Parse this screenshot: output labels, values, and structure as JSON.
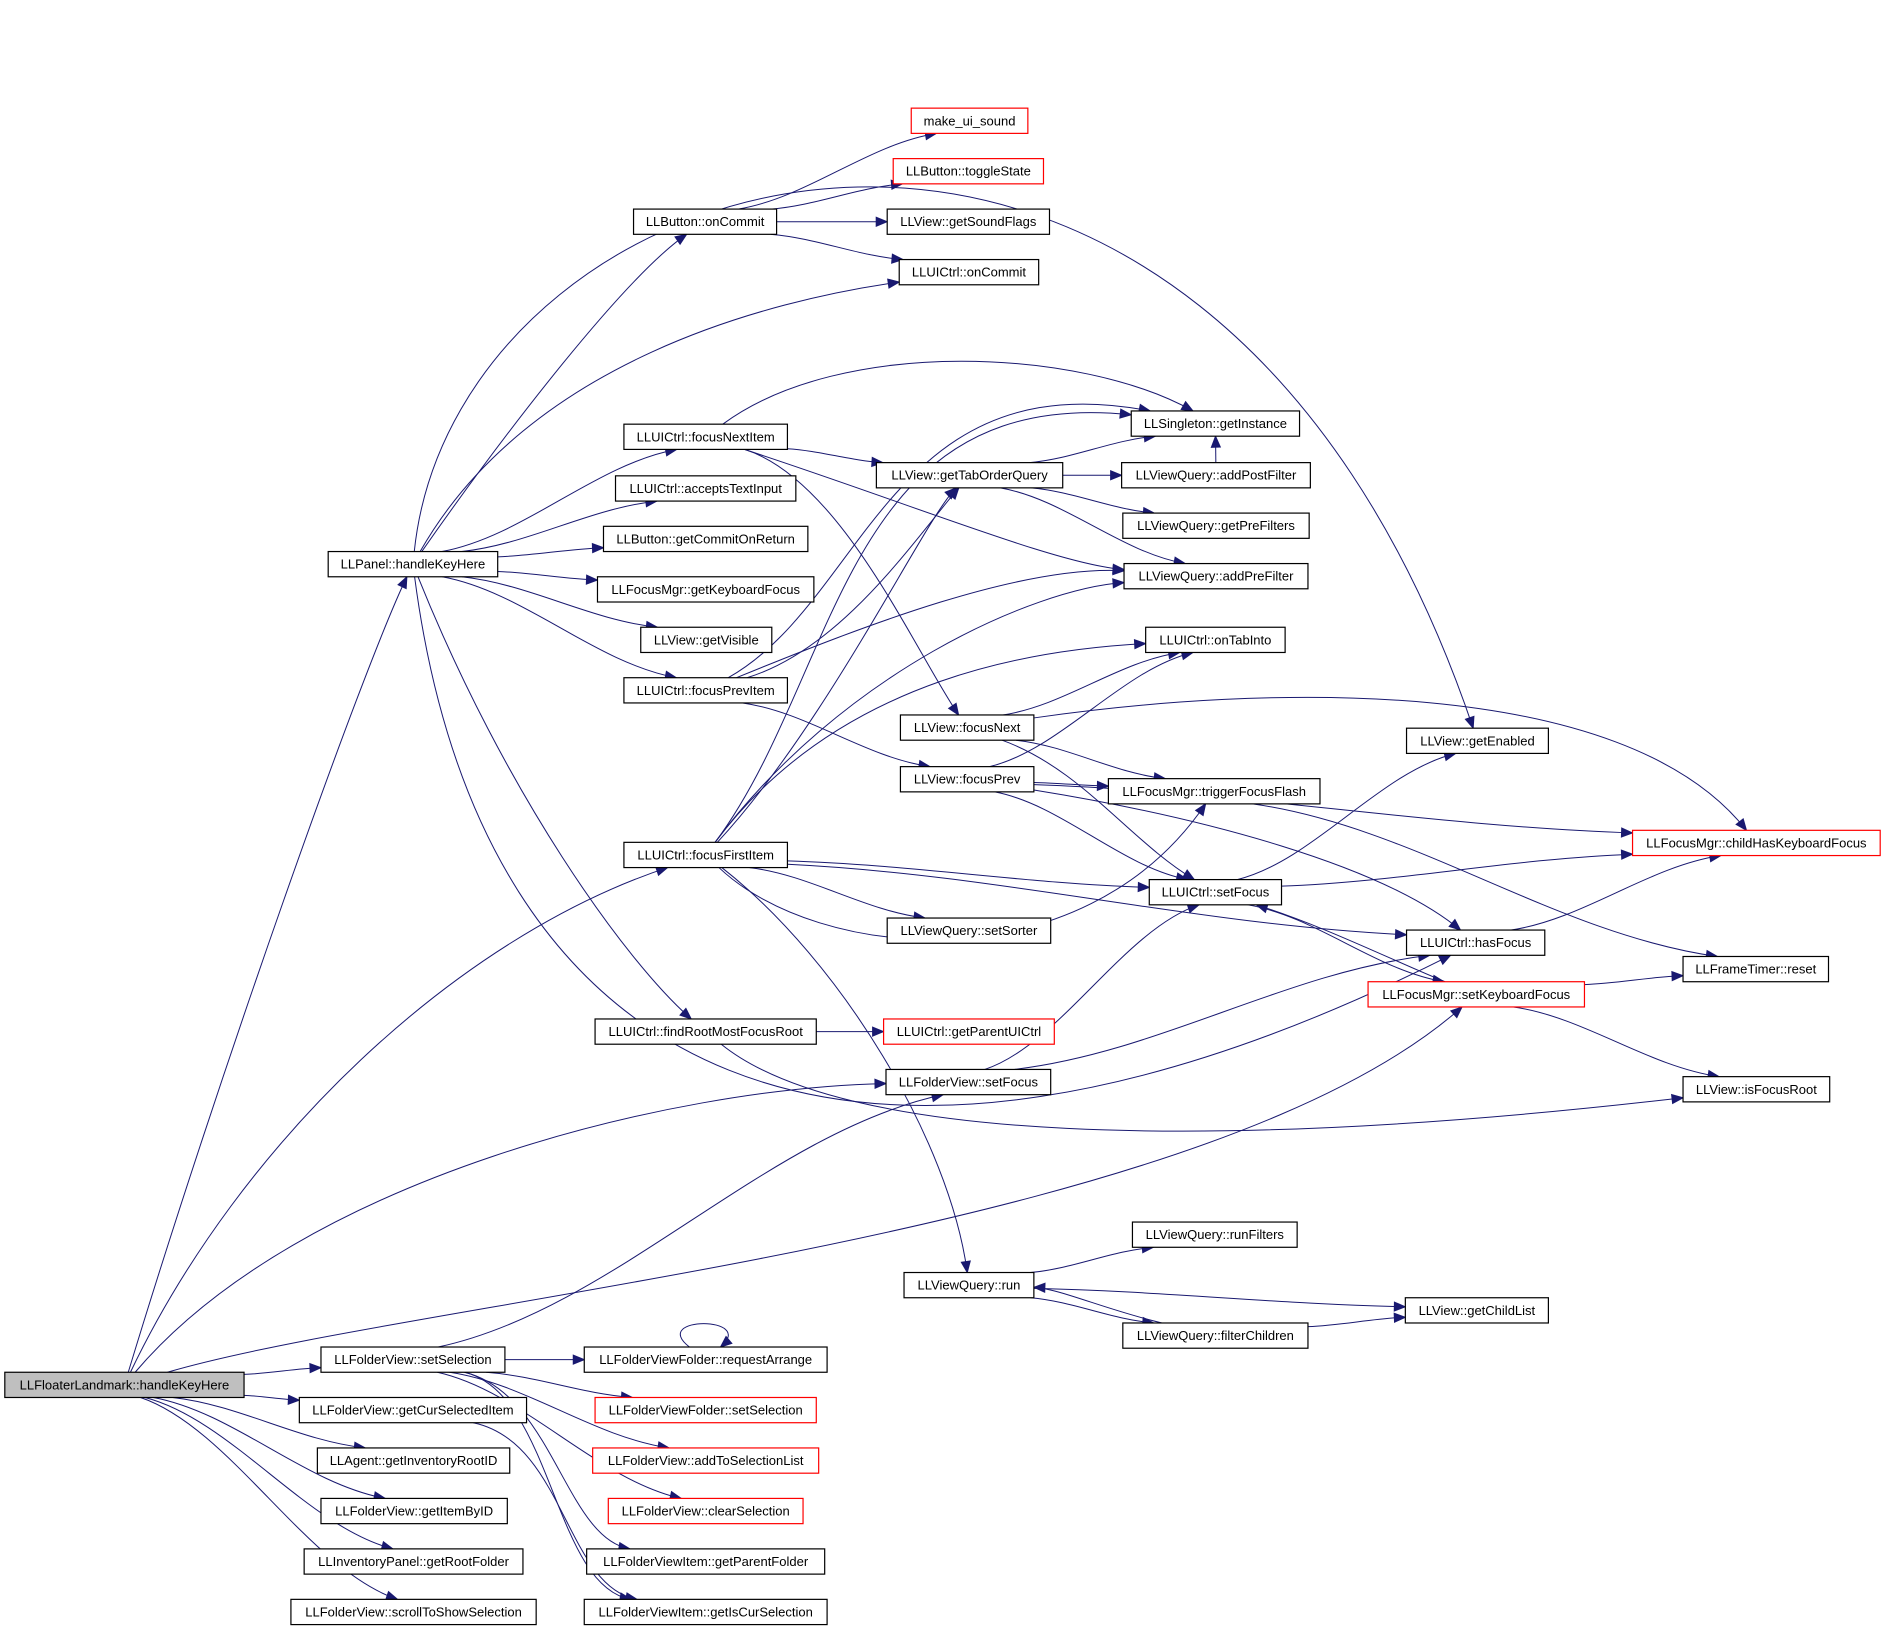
{
  "graph": {
    "root": "LLFloaterLandmark::handleKeyHere",
    "nodes": [
      {
        "id": "root",
        "label": "LLFloaterLandmark::handleKeyHere",
        "style": "root"
      },
      {
        "id": "makeUiSound",
        "label": "make_ui_sound",
        "style": "truncated"
      },
      {
        "id": "btnToggleState",
        "label": "LLButton::toggleState",
        "style": "truncated"
      },
      {
        "id": "btnOnCommit",
        "label": "LLButton::onCommit",
        "style": "normal"
      },
      {
        "id": "viewGetSoundFlags",
        "label": "LLView::getSoundFlags",
        "style": "normal"
      },
      {
        "id": "uictrlOnCommit",
        "label": "LLUICtrl::onCommit",
        "style": "normal"
      },
      {
        "id": "singletonGetInstance",
        "label": "LLSingleton::getInstance",
        "style": "normal"
      },
      {
        "id": "focusNextItem",
        "label": "LLUICtrl::focusNextItem",
        "style": "normal"
      },
      {
        "id": "getTabOrderQuery",
        "label": "LLView::getTabOrderQuery",
        "style": "normal"
      },
      {
        "id": "addPostFilter",
        "label": "LLViewQuery::addPostFilter",
        "style": "normal"
      },
      {
        "id": "acceptsTextInput",
        "label": "LLUICtrl::acceptsTextInput",
        "style": "normal"
      },
      {
        "id": "getPreFilters",
        "label": "LLViewQuery::getPreFilters",
        "style": "normal"
      },
      {
        "id": "panelHandleKeyHere",
        "label": "LLPanel::handleKeyHere",
        "style": "normal"
      },
      {
        "id": "getCommitOnReturn",
        "label": "LLButton::getCommitOnReturn",
        "style": "normal"
      },
      {
        "id": "addPreFilter",
        "label": "LLViewQuery::addPreFilter",
        "style": "normal"
      },
      {
        "id": "getKeyboardFocus",
        "label": "LLFocusMgr::getKeyboardFocus",
        "style": "normal"
      },
      {
        "id": "getVisible",
        "label": "LLView::getVisible",
        "style": "normal"
      },
      {
        "id": "onTabInto",
        "label": "LLUICtrl::onTabInto",
        "style": "normal"
      },
      {
        "id": "focusPrevItem",
        "label": "LLUICtrl::focusPrevItem",
        "style": "normal"
      },
      {
        "id": "viewFocusNext",
        "label": "LLView::focusNext",
        "style": "normal"
      },
      {
        "id": "getEnabled",
        "label": "LLView::getEnabled",
        "style": "normal"
      },
      {
        "id": "viewFocusPrev",
        "label": "LLView::focusPrev",
        "style": "normal"
      },
      {
        "id": "triggerFocusFlash",
        "label": "LLFocusMgr::triggerFocusFlash",
        "style": "normal"
      },
      {
        "id": "childHasKeyboardFocus",
        "label": "LLFocusMgr::childHasKeyboardFocus",
        "style": "truncated"
      },
      {
        "id": "focusFirstItem",
        "label": "LLUICtrl::focusFirstItem",
        "style": "normal"
      },
      {
        "id": "uictrlSetFocus",
        "label": "LLUICtrl::setFocus",
        "style": "normal"
      },
      {
        "id": "setSorter",
        "label": "LLViewQuery::setSorter",
        "style": "normal"
      },
      {
        "id": "hasFocus",
        "label": "LLUICtrl::hasFocus",
        "style": "normal"
      },
      {
        "id": "frameTimerReset",
        "label": "LLFrameTimer::reset",
        "style": "normal"
      },
      {
        "id": "setKeyboardFocus",
        "label": "LLFocusMgr::setKeyboardFocus",
        "style": "truncated"
      },
      {
        "id": "findRootMostFocusRoot",
        "label": "LLUICtrl::findRootMostFocusRoot",
        "style": "normal"
      },
      {
        "id": "getParentUICtrl",
        "label": "LLUICtrl::getParentUICtrl",
        "style": "truncated"
      },
      {
        "id": "folderViewSetFocus",
        "label": "LLFolderView::setFocus",
        "style": "normal"
      },
      {
        "id": "isFocusRoot",
        "label": "LLView::isFocusRoot",
        "style": "normal"
      },
      {
        "id": "runFilters",
        "label": "LLViewQuery::runFilters",
        "style": "normal"
      },
      {
        "id": "viewQueryRun",
        "label": "LLViewQuery::run",
        "style": "normal"
      },
      {
        "id": "getChildList",
        "label": "LLView::getChildList",
        "style": "normal"
      },
      {
        "id": "filterChildren",
        "label": "LLViewQuery::filterChildren",
        "style": "normal"
      },
      {
        "id": "folderViewSetSelection",
        "label": "LLFolderView::setSelection",
        "style": "normal"
      },
      {
        "id": "requestArrange",
        "label": "LLFolderViewFolder::requestArrange",
        "style": "normal"
      },
      {
        "id": "getCurSelectedItem",
        "label": "LLFolderView::getCurSelectedItem",
        "style": "normal"
      },
      {
        "id": "folderViewFolderSetSelection",
        "label": "LLFolderViewFolder::setSelection",
        "style": "truncated"
      },
      {
        "id": "getInventoryRootID",
        "label": "LLAgent::getInventoryRootID",
        "style": "normal"
      },
      {
        "id": "addToSelectionList",
        "label": "LLFolderView::addToSelectionList",
        "style": "truncated"
      },
      {
        "id": "getItemByID",
        "label": "LLFolderView::getItemByID",
        "style": "normal"
      },
      {
        "id": "clearSelection",
        "label": "LLFolderView::clearSelection",
        "style": "truncated"
      },
      {
        "id": "getRootFolder",
        "label": "LLInventoryPanel::getRootFolder",
        "style": "normal"
      },
      {
        "id": "getParentFolder",
        "label": "LLFolderViewItem::getParentFolder",
        "style": "normal"
      },
      {
        "id": "scrollToShowSelection",
        "label": "LLFolderView::scrollToShowSelection",
        "style": "normal"
      },
      {
        "id": "getIsCurSelection",
        "label": "LLFolderViewItem::getIsCurSelection",
        "style": "normal"
      }
    ],
    "edges": [
      [
        "root",
        "panelHandleKeyHere"
      ],
      [
        "root",
        "focusFirstItem"
      ],
      [
        "root",
        "folderViewSetFocus"
      ],
      [
        "root",
        "setKeyboardFocus"
      ],
      [
        "root",
        "folderViewSetSelection"
      ],
      [
        "root",
        "getCurSelectedItem"
      ],
      [
        "root",
        "getInventoryRootID"
      ],
      [
        "root",
        "getItemByID"
      ],
      [
        "root",
        "getRootFolder"
      ],
      [
        "root",
        "scrollToShowSelection"
      ],
      [
        "panelHandleKeyHere",
        "btnOnCommit"
      ],
      [
        "panelHandleKeyHere",
        "uictrlOnCommit"
      ],
      [
        "panelHandleKeyHere",
        "getEnabled"
      ],
      [
        "panelHandleKeyHere",
        "focusNextItem"
      ],
      [
        "panelHandleKeyHere",
        "acceptsTextInput"
      ],
      [
        "panelHandleKeyHere",
        "getCommitOnReturn"
      ],
      [
        "panelHandleKeyHere",
        "getKeyboardFocus"
      ],
      [
        "panelHandleKeyHere",
        "getVisible"
      ],
      [
        "panelHandleKeyHere",
        "focusPrevItem"
      ],
      [
        "panelHandleKeyHere",
        "findRootMostFocusRoot"
      ],
      [
        "panelHandleKeyHere",
        "hasFocus"
      ],
      [
        "btnOnCommit",
        "makeUiSound"
      ],
      [
        "btnOnCommit",
        "btnToggleState"
      ],
      [
        "btnOnCommit",
        "viewGetSoundFlags"
      ],
      [
        "btnOnCommit",
        "uictrlOnCommit"
      ],
      [
        "focusNextItem",
        "singletonGetInstance"
      ],
      [
        "focusNextItem",
        "getTabOrderQuery"
      ],
      [
        "focusNextItem",
        "addPreFilter"
      ],
      [
        "focusNextItem",
        "viewFocusNext"
      ],
      [
        "getTabOrderQuery",
        "singletonGetInstance"
      ],
      [
        "getTabOrderQuery",
        "addPostFilter"
      ],
      [
        "getTabOrderQuery",
        "getPreFilters"
      ],
      [
        "getTabOrderQuery",
        "addPreFilter"
      ],
      [
        "addPostFilter",
        "singletonGetInstance"
      ],
      [
        "focusPrevItem",
        "getTabOrderQuery"
      ],
      [
        "focusPrevItem",
        "singletonGetInstance"
      ],
      [
        "focusPrevItem",
        "addPreFilter"
      ],
      [
        "focusPrevItem",
        "viewFocusPrev"
      ],
      [
        "viewFocusNext",
        "onTabInto"
      ],
      [
        "viewFocusNext",
        "childHasKeyboardFocus"
      ],
      [
        "viewFocusNext",
        "triggerFocusFlash"
      ],
      [
        "viewFocusNext",
        "uictrlSetFocus"
      ],
      [
        "viewFocusPrev",
        "onTabInto"
      ],
      [
        "viewFocusPrev",
        "triggerFocusFlash"
      ],
      [
        "viewFocusPrev",
        "childHasKeyboardFocus"
      ],
      [
        "viewFocusPrev",
        "uictrlSetFocus"
      ],
      [
        "viewFocusPrev",
        "hasFocus"
      ],
      [
        "triggerFocusFlash",
        "frameTimerReset"
      ],
      [
        "focusFirstItem",
        "getTabOrderQuery"
      ],
      [
        "focusFirstItem",
        "addPreFilter"
      ],
      [
        "focusFirstItem",
        "onTabInto"
      ],
      [
        "focusFirstItem",
        "singletonGetInstance"
      ],
      [
        "focusFirstItem",
        "uictrlSetFocus"
      ],
      [
        "focusFirstItem",
        "setSorter"
      ],
      [
        "focusFirstItem",
        "hasFocus"
      ],
      [
        "focusFirstItem",
        "triggerFocusFlash"
      ],
      [
        "focusFirstItem",
        "viewQueryRun"
      ],
      [
        "uictrlSetFocus",
        "getEnabled"
      ],
      [
        "uictrlSetFocus",
        "childHasKeyboardFocus"
      ],
      [
        "uictrlSetFocus",
        "setKeyboardFocus"
      ],
      [
        "hasFocus",
        "childHasKeyboardFocus"
      ],
      [
        "setKeyboardFocus",
        "frameTimerReset"
      ],
      [
        "setKeyboardFocus",
        "isFocusRoot"
      ],
      [
        "setKeyboardFocus",
        "uictrlSetFocus"
      ],
      [
        "findRootMostFocusRoot",
        "getParentUICtrl"
      ],
      [
        "findRootMostFocusRoot",
        "isFocusRoot"
      ],
      [
        "folderViewSetFocus",
        "uictrlSetFocus"
      ],
      [
        "folderViewSetFocus",
        "hasFocus"
      ],
      [
        "viewQueryRun",
        "runFilters"
      ],
      [
        "viewQueryRun",
        "getChildList"
      ],
      [
        "viewQueryRun",
        "filterChildren"
      ],
      [
        "filterChildren",
        "getChildList"
      ],
      [
        "filterChildren",
        "viewQueryRun"
      ],
      [
        "folderViewSetSelection",
        "requestArrange"
      ],
      [
        "folderViewSetSelection",
        "folderViewSetFocus"
      ],
      [
        "folderViewSetSelection",
        "folderViewFolderSetSelection"
      ],
      [
        "folderViewSetSelection",
        "addToSelectionList"
      ],
      [
        "folderViewSetSelection",
        "clearSelection"
      ],
      [
        "folderViewSetSelection",
        "getParentFolder"
      ],
      [
        "folderViewSetSelection",
        "getIsCurSelection"
      ],
      [
        "requestArrange",
        "requestArrange"
      ],
      [
        "getCurSelectedItem",
        "getIsCurSelection"
      ]
    ]
  },
  "colors": {
    "edge": "#191970",
    "node_border": "#000000",
    "truncated_border": "#ff0000",
    "root_fill": "#bfbfbf",
    "background": "#ffffff"
  }
}
